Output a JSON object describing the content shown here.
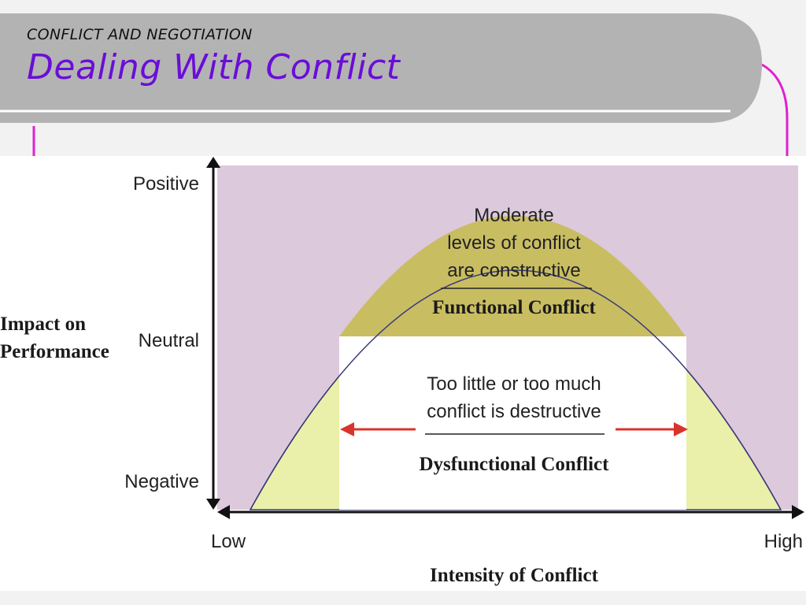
{
  "header": {
    "subtitle": "CONFLICT AND NEGOTIATION",
    "title": "Dealing With Conflict"
  },
  "diagram": {
    "y_axis_title_line1": "Impact on",
    "y_axis_title_line2": "Performance",
    "y_ticks": [
      "Positive",
      "Neutral",
      "Negative"
    ],
    "x_ticks": [
      "Low",
      "High"
    ],
    "x_axis_title": "Intensity of Conflict",
    "functional_text": [
      "Moderate",
      "levels of conflict",
      "are constructive"
    ],
    "functional_label": "Functional Conflict",
    "dysfunctional_text": [
      "Too little or too much",
      "conflict is destructive"
    ],
    "dysfunctional_label": "Dysfunctional Conflict"
  },
  "colors": {
    "background_region": "#ddc9dc",
    "functional_region": "#c9bd62",
    "dysfunctional_outer": "#eaf0a9",
    "title_color": "#6a0dd8",
    "accent_line": "#e020d0",
    "arrow_color": "#d9342b"
  }
}
